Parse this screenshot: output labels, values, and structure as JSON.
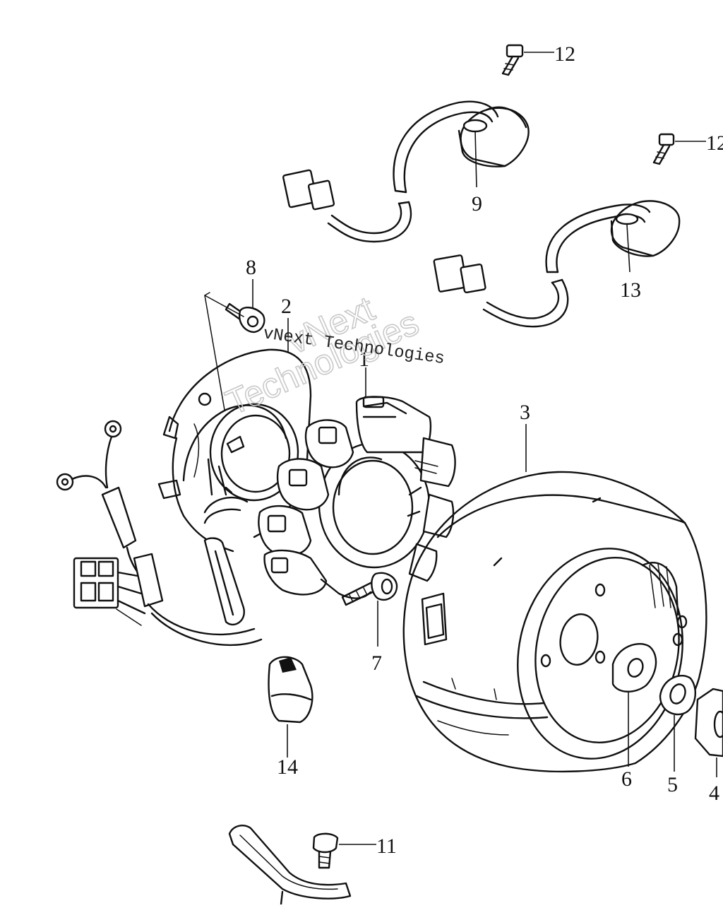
{
  "diagram": {
    "watermark": {
      "line_small": "vNext Technologies",
      "big_line1": "vNext",
      "big_line2": "Technologies"
    },
    "callouts": {
      "c12a": "12",
      "c12b": "12",
      "c9": "9",
      "c13": "13",
      "c8": "8",
      "c2": "2",
      "c1": "1",
      "c3": "3",
      "c7": "7",
      "c14": "14",
      "c6": "6",
      "c5": "5",
      "c4": "4",
      "c11": "11"
    }
  }
}
